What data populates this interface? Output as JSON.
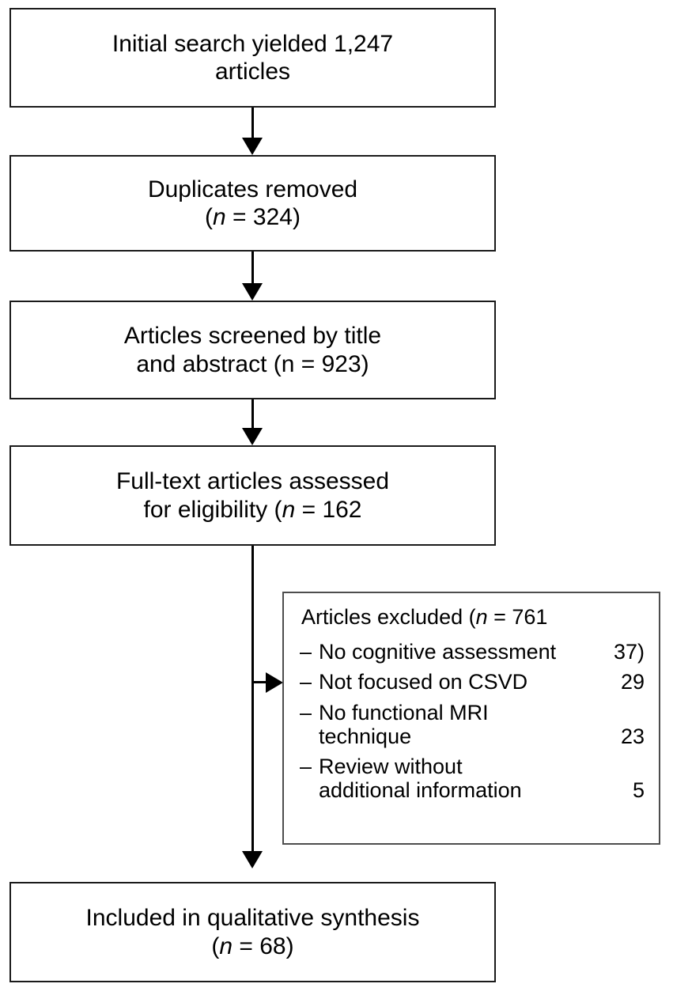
{
  "diagram": {
    "type": "prisma-flow-diagram",
    "title": "PRISMA study selection flow"
  },
  "nodes": {
    "identification": {
      "line1": "Initial search yielded 1,247",
      "line2": "articles"
    },
    "duplicates": {
      "line1": "Duplicates removed",
      "line2_pre": "(",
      "line2_var": "n",
      "line2_post": " = 324)"
    },
    "screened": {
      "line1": "Articles screened by title",
      "line2": "and abstract (n = 923)"
    },
    "fulltext": {
      "line1": "Full-text articles assessed",
      "line2_pre": "for eligibility (",
      "line2_var": "n",
      "line2_post": " = 162"
    },
    "included": {
      "line1": "Included in qualitative synthesis",
      "line2_pre": "(",
      "line2_var": "n",
      "line2_post": " = 68)"
    }
  },
  "excluded": {
    "title_pre": "Articles excluded (",
    "title_var": "n",
    "title_post": " = 761",
    "dash": "–",
    "items": [
      {
        "label": "No cognitive assessment",
        "label2": "",
        "count": "37)"
      },
      {
        "label": "Not focused on CSVD",
        "label2": "",
        "count": "29"
      },
      {
        "label": "No functional MRI",
        "label2": "technique",
        "count": "23"
      },
      {
        "label": "Review without",
        "label2": "additional information",
        "count": "5"
      }
    ]
  },
  "chart_data": {
    "type": "diagram",
    "title": "PRISMA flow of study selection",
    "stages": [
      {
        "stage": "Initial search yielded",
        "n": 1247,
        "unit": "articles"
      },
      {
        "stage": "Duplicates removed",
        "n": 324
      },
      {
        "stage": "Articles screened by title and abstract",
        "n": 923
      },
      {
        "stage": "Full-text articles assessed for eligibility",
        "n": 162
      },
      {
        "stage": "Articles excluded",
        "n": 761
      },
      {
        "stage": "Included in qualitative synthesis",
        "n": 68
      }
    ],
    "exclusion_reasons": [
      {
        "reason": "No cognitive assessment",
        "count": 37
      },
      {
        "reason": "Not focused on CSVD",
        "count": 29
      },
      {
        "reason": "No functional MRI technique",
        "count": 23
      },
      {
        "reason": "Review without additional information",
        "count": 5
      }
    ],
    "colors": {
      "stroke": "#1a1a1a",
      "fill": "#ffffff",
      "text": "#000000"
    }
  }
}
